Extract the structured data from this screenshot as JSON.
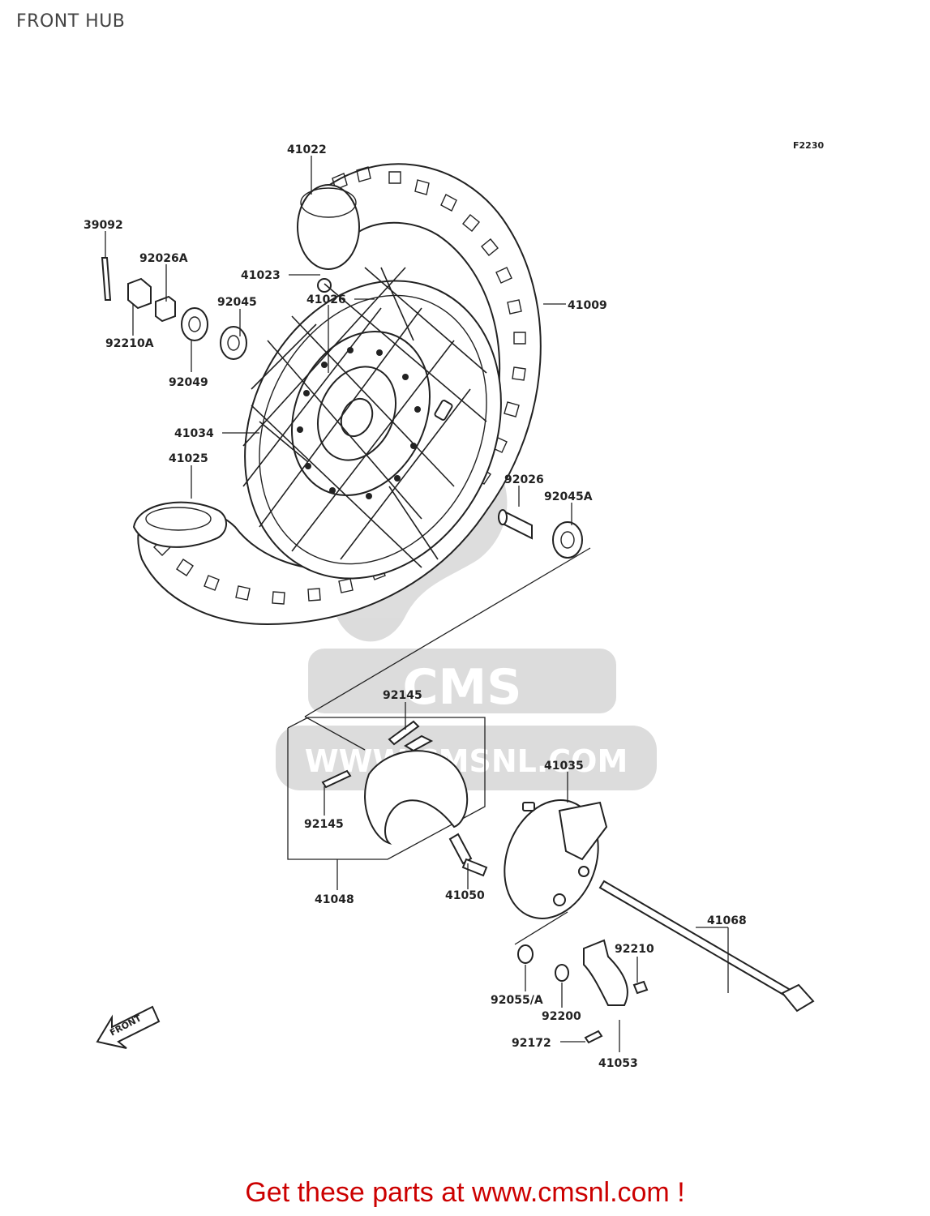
{
  "title": "FRONT HUB",
  "figure_code": "F2230",
  "front_arrow_label": "FRONT",
  "watermark": {
    "brand": "CMS",
    "url": "WWW.CMSNL.COM"
  },
  "call_to_action": "Get these parts at www.cmsnl.com !",
  "part_labels": [
    "41022",
    "39092",
    "92026A",
    "41023",
    "41026",
    "92045",
    "41009",
    "92210A",
    "92049",
    "41034",
    "41025",
    "92026",
    "92045A",
    "92145",
    "92145",
    "41035",
    "41048",
    "41050",
    "41068",
    "92210",
    "92055/A",
    "92200",
    "92172",
    "41053"
  ],
  "colors": {
    "line": "#222222",
    "cta": "#cc0000",
    "watermark": "#d9d9d9"
  }
}
